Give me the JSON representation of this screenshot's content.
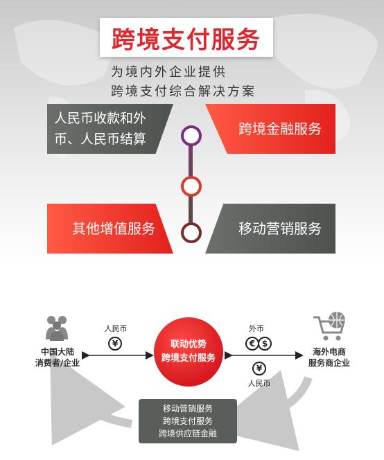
{
  "title": "跨境支付服务",
  "subtitle": [
    "为境内外企业提供",
    "跨境支付综合解决方案"
  ],
  "panels": {
    "top_left": [
      "人民币收款和外",
      "币、人民币结算"
    ],
    "top_right": "跨境金融服务",
    "bottom_left": "其他增值服务",
    "bottom_right": "移动营销服务"
  },
  "flow": {
    "left_entity": [
      "中国大陆",
      "消费者/企业"
    ],
    "right_entity": [
      "海外电商",
      "服务商企业"
    ],
    "center": [
      "联动优势",
      "跨境支付服务"
    ],
    "left_currency_label": "人民币",
    "left_coin_symbol": "¥",
    "right_currency_label_top": "外币",
    "right_coin_symbols": [
      "€",
      "$"
    ],
    "right_coin_bottom": "¥",
    "right_currency_label_bottom": "人民币",
    "services": [
      "移动营销服务",
      "跨境支付服务",
      "跨境供应链金融"
    ]
  },
  "colors": {
    "accent_red": "#e0262d",
    "panel_grey": "#5a5e5b",
    "ring_purple": "#7b2b82"
  },
  "icons": [
    "world-map-background",
    "people-group-icon",
    "shopping-cart-globe-icon",
    "yuan-coin-icon",
    "euro-coin-icon",
    "dollar-coin-icon"
  ]
}
